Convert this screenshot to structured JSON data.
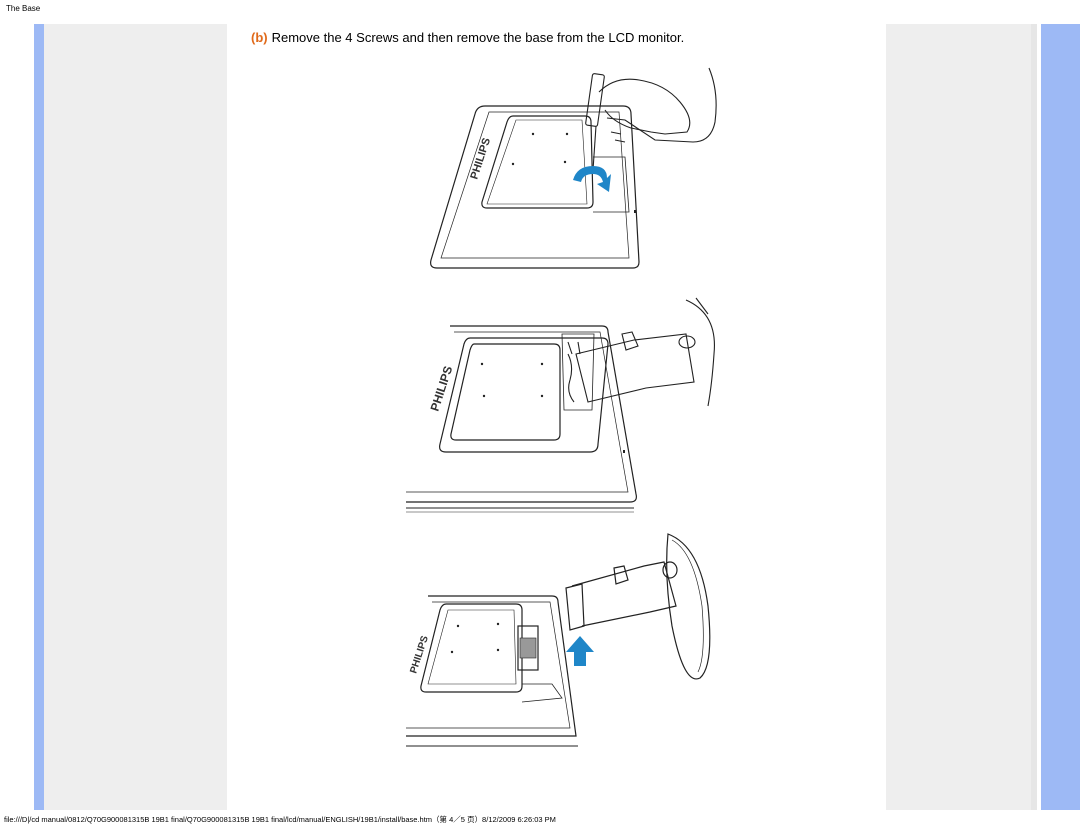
{
  "page_title": "The Base",
  "step": {
    "label": "(b)",
    "text": "Remove the 4 Screws and then remove the base from the LCD monitor."
  },
  "figures": [
    {
      "brand": "PHILIPS"
    },
    {
      "brand": "PHILIPS"
    },
    {
      "brand": "PHILIPS"
    }
  ],
  "footer": "file:///D|/cd manual/0812/Q70G900081315B 19B1 final/Q70G900081315B 19B1 final/lcd/manual/ENGLISH/19B1/install/base.htm（第 4／5 页）8/12/2009 6:26:03 PM",
  "colors": {
    "side_bar_blue": "#9db9f5",
    "side_panel_gray": "#eeeeee",
    "step_label": "#e06a1b",
    "arrow_blue": "#1f86c8"
  }
}
